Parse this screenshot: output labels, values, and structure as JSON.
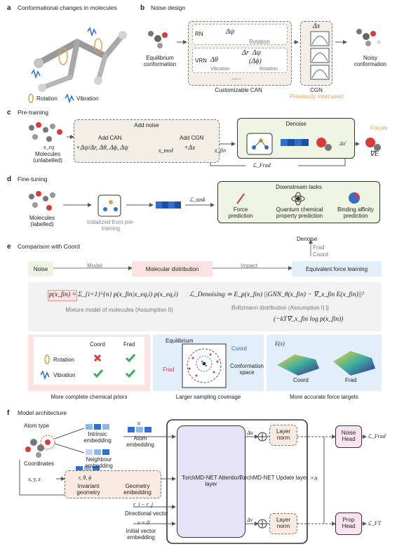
{
  "panel_a": {
    "letter": "a",
    "title": "Conformational changes in molecules",
    "legend_rotation": "Rotation",
    "legend_vibration": "Vibration"
  },
  "panel_b": {
    "letter": "b",
    "title": "Noise design",
    "equilibrium": "Equilibrium conformation",
    "rn": "RN",
    "vrn": "VRN",
    "rotation": "Rotation",
    "vibration": "Vibration",
    "dots": "......",
    "customizable": "Customizable CAN",
    "cgn": "CGN",
    "previously": "Previously most used",
    "noisy": "Noisy conformation",
    "delta_x": "Δx"
  },
  "panel_c": {
    "letter": "c",
    "title": "Pre-training",
    "x_eq": "x_eq",
    "molecules": "Molecules (unlabelled)",
    "add_noise": "Add noise",
    "add_can": "Add CAN",
    "can_formula": "+Δψ/Δr, Δθ, Δϕ, Δψ",
    "x_med": "x_med",
    "add_cgn": "Add CGN",
    "cgn_formula": "+Δx",
    "x_fin": "x_fin",
    "denoise": "Denoise",
    "forces": "Forces",
    "delta_x_prime": "Δx′",
    "grad_e": "∇E",
    "l_frad": "ℒ_Frad"
  },
  "panel_d": {
    "letter": "d",
    "title": "Fine-tuning",
    "molecules": "Molecules (labelled)",
    "initialized": "Initialized from pre-training",
    "l_task": "ℒ_task",
    "downstream": "Downstream tasks",
    "task1": "Force prediction",
    "task2": "Quantum chemical property prediction",
    "task3": "Binding affinity prediction"
  },
  "panel_e": {
    "letter": "e",
    "title": "Comparison with Coord",
    "noise": "Noise",
    "model": "Model",
    "molecular_distribution": "Molecular distribution",
    "impact": "Impact",
    "equiv_force": "Equivalent force learning",
    "denoise": "Denoise",
    "frad": "Frad",
    "coord": "Coord",
    "formula_p": "p(x_fin) = Σ_{i=1}^{n} p(x_fin|x_eq,i) p(x_eq,i)",
    "mixture": "Mixture model of molecules (Assumption II)",
    "formula_l": "ℒ_Denoising ≃ E_p(x_fin) ||GNN_θ(x_fin) − ∇_x_fin E(x_fin)||²",
    "boltzmann": "Boltzmann distribution (Assumption I) ||",
    "formula_kt": "(−kT∇_x_fin log p(x_fin))",
    "table_coord": "Coord",
    "table_frad": "Frad",
    "row_rotation": "Rotation",
    "row_vibration": "Vibration",
    "priors": "More complete chemical priors",
    "equilibrium": "Equilibrium",
    "conf_space": "Conformation space",
    "sampling": "Larger sampling coverage",
    "ex": "E(x)",
    "force_targets": "More accurate force targets"
  },
  "panel_f": {
    "letter": "f",
    "title": "Model architecture",
    "atom_type": "Atom type",
    "intrinsic": "Intrinsic embedding",
    "neighbour": "Neighbour embedding",
    "u": "u",
    "atom_embedding": "Atom embedding",
    "coordinates": "Coordinates",
    "xyz": "x, y, z",
    "rtp": "r, θ, ϕ",
    "invariant": "Invariant geometry",
    "geometry_emb": "Geometry embedding",
    "rirj": "r_i − r_j",
    "directional": "Directional vector",
    "v0": "v = 0",
    "initial_vec": "Initial vector embedding",
    "attention": "TorchMD-NET Attention layer",
    "update": "TorchMD-NET Update layer",
    "du": "Δu",
    "dv": "Δv",
    "layer_norm": "Layer norm",
    "xn": "×n",
    "noise_head": "Noise Head",
    "prop_head": "Prop Head",
    "l_frad": "ℒ_Frad",
    "l_ft": "ℒ_FT"
  },
  "colors": {
    "orange": "#e8a04a",
    "blue": "#2f6fcf",
    "green_bg": "#eef6e3",
    "pink_bg": "#fbe3e3",
    "blue_bg": "#e3eefb",
    "red": "#d93a3a",
    "green": "#2fb35a",
    "purple": "#e6e2f7"
  }
}
